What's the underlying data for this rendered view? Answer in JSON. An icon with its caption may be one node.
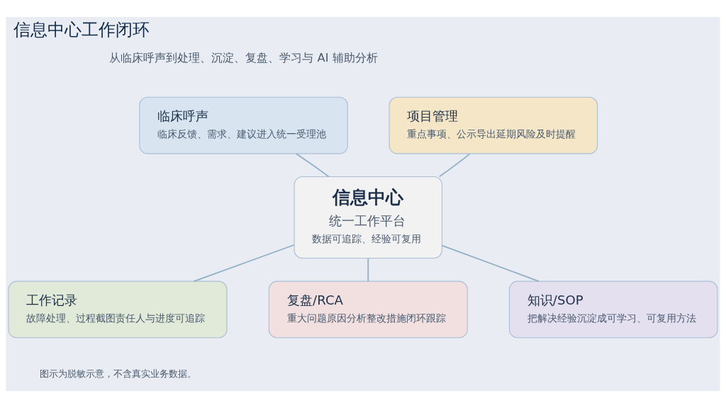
{
  "diagram": {
    "title": "信息中心工作闭环",
    "nodes": [
      {
        "text": [
          "临床呼声",
          "临床反馈、需求、建议进入统一受理池"
        ]
      },
      {
        "text": [
          "项目管理",
          "重点事项、公示导出延期风险及时提醒"
        ]
      },
      {
        "text": [
          "信息中心",
          "统一工作平台",
          "数据可追踪、经验可复用"
        ]
      },
      {
        "text": [
          "工作记录",
          "故障处理、过程截图责任人与进度可追踪"
        ]
      },
      {
        "text": [
          "知识/SOP",
          "把解决经验沉淀成可学习、可复用方法"
        ]
      },
      {
        "text": [
          "复盘/RCA",
          "重大问题原因分析整改措施闭环跟踪"
        ]
      }
    ],
    "edges": [
      {
        "from": 2,
        "to": 0,
        "arrow": "none"
      },
      {
        "from": 2,
        "to": 1,
        "arrow": "none"
      },
      {
        "from": 2,
        "to": 3,
        "arrow": "none"
      },
      {
        "from": 2,
        "to": 4,
        "arrow": "none"
      },
      {
        "from": 2,
        "to": 5,
        "arrow": "none"
      }
    ],
    "labels": [
      "从临床呼声到处理、沉淀、复盘、学习与 AI 辅助分析",
      "图示为脱敏示意，不含真实业务数据。"
    ]
  }
}
